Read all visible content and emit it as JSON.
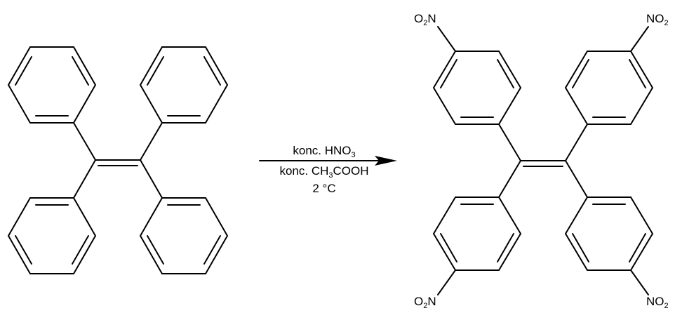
{
  "reaction": {
    "reagent_line1": {
      "text": "konc. HNO",
      "sub": "3",
      "tail": ""
    },
    "reagent_line2": {
      "text": "konc. CH",
      "sub": "3",
      "tail": "COOH"
    },
    "temperature": "2 °C"
  },
  "product": {
    "groups": {
      "top_left": {
        "main": "O",
        "sub": "2",
        "tail": "N"
      },
      "top_right": {
        "main": "NO",
        "sub": "2",
        "tail": ""
      },
      "bottom_left": {
        "main": "O",
        "sub": "2",
        "tail": "N"
      },
      "bottom_right": {
        "main": "NO",
        "sub": "2",
        "tail": ""
      }
    }
  }
}
